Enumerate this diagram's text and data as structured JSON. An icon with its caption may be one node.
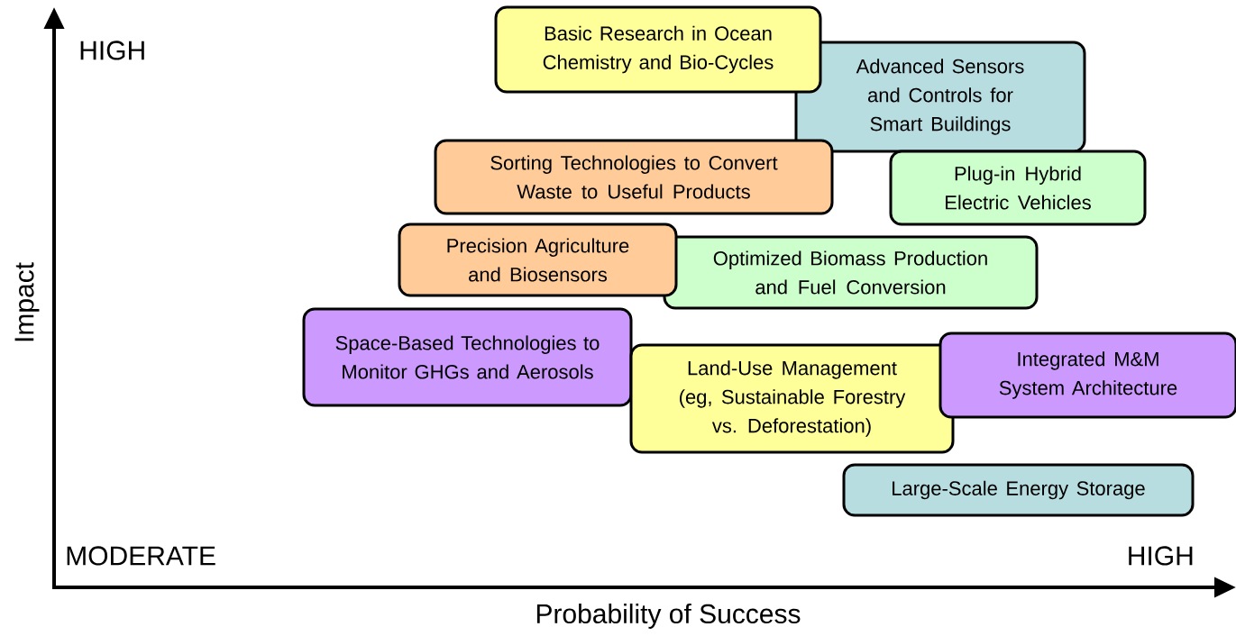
{
  "diagram": {
    "nodes": [
      {
        "text": [
          "Basic Research in Ocean Chemistry and Bio-Cycles"
        ]
      },
      {
        "text": [
          "Advanced Sensors and Controls for Smart Buildings"
        ]
      },
      {
        "text": [
          "Sorting Technologies to Convert Waste to Useful Products"
        ]
      },
      {
        "text": [
          "Plug-in Hybrid Electric Vehicles"
        ]
      },
      {
        "text": [
          "Precision Agriculture and Biosensors"
        ]
      },
      {
        "text": [
          "Optimized Biomass Production and Fuel Conversion"
        ]
      },
      {
        "text": [
          "Space-Based Technologies to Monitor GHGs and Aerosols"
        ]
      },
      {
        "text": [
          "Land-Use Management (eg, Sustainable Forestry vs. Deforestation)"
        ]
      },
      {
        "text": [
          "Integrated M&M System Architecture"
        ]
      },
      {
        "text": [
          "Large-Scale Energy Storage"
        ]
      }
    ],
    "labels": [
      "HIGH",
      "Impact",
      "MODERATE",
      "HIGH",
      "Probability of Success"
    ]
  }
}
